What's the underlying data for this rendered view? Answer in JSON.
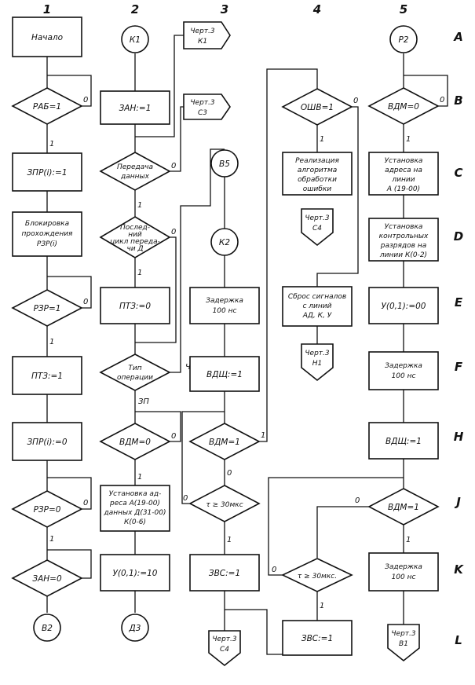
{
  "columns": [
    "1",
    "2",
    "3",
    "4",
    "5"
  ],
  "rows": [
    "A",
    "B",
    "C",
    "D",
    "E",
    "F",
    "H",
    "J",
    "K",
    "L"
  ],
  "col1": {
    "start": "Начало",
    "rab": "РАБ=1",
    "zpr1": "ЗПР(i):=1",
    "block": [
      "Блокировка",
      "прохождения",
      "РЗР(i)"
    ],
    "rzr1": "РЗР=1",
    "ptz1": "ПТЗ:=1",
    "zpr0": "ЗПР(i):=0",
    "rzr0": "РЗР=0",
    "zan0": "ЗАН=0",
    "b2": "В2"
  },
  "col2": {
    "k1": "К1",
    "zan1": "ЗАН:=1",
    "transfer": [
      "Передача",
      "данных"
    ],
    "lastcycle": [
      "Послед-",
      "ний",
      "цикл переда-",
      "чи Д"
    ],
    "ptz0": "ПТЗ:=0",
    "optype": [
      "Тип",
      "операции"
    ],
    "vdm0": "ВДМ=0",
    "setaddr": [
      "Установка ад-",
      "реса А(19-00)",
      "данных Д(31-00)",
      "К(0-6)"
    ],
    "u10": "У(0,1):=10",
    "d3": "Д3"
  },
  "col3": {
    "ref_k1": [
      "Черт.3",
      "К1"
    ],
    "ref_c3": [
      "Черт.3",
      "С3"
    ],
    "b5": "В5",
    "k2": "К2",
    "delay100": [
      "Задержка",
      "100 нс"
    ],
    "vdsh1": "ВДЩ:=1",
    "vdm1": "ВДМ=1",
    "tau30": "τ ≥ 30мкс",
    "zvs1": "ЗВС:=1",
    "ref_c4": [
      "Черт.3",
      "С4"
    ]
  },
  "col4": {
    "oshv": "ОШВ=1",
    "errproc": [
      "Реализация",
      "алгоритма",
      "обработки",
      "ошибки"
    ],
    "ref_c4": [
      "Черт.3",
      "С4"
    ],
    "reset": [
      "Сброс сигналов",
      "с линий",
      "АД, К, У"
    ],
    "ref_h1": [
      "Черт.3",
      "Н1"
    ],
    "tau30": "τ ≥ 30мкс.",
    "zvs1": "ЗВС:=1"
  },
  "col5": {
    "p2": "Р2",
    "vdm0": "ВДМ=0",
    "setaddr": [
      "Установка",
      "адреса на",
      "линии",
      "А (19-00)"
    ],
    "setctrl": [
      "Установка",
      "контрольных",
      "разрядов на",
      "линии К(0-2)"
    ],
    "u00": "У(0,1):=00",
    "delay100": [
      "Задержка",
      "100 нс"
    ],
    "vdsh1": "ВДЩ:=1",
    "vdm1": "ВДМ=1",
    "delay100b": [
      "Задержка",
      "100 нс"
    ],
    "ref_b1": [
      "Черт.3",
      "В1"
    ]
  },
  "branches": {
    "one": "1",
    "zero": "0",
    "ch": "ЧТ",
    "zp": "ЗП"
  }
}
